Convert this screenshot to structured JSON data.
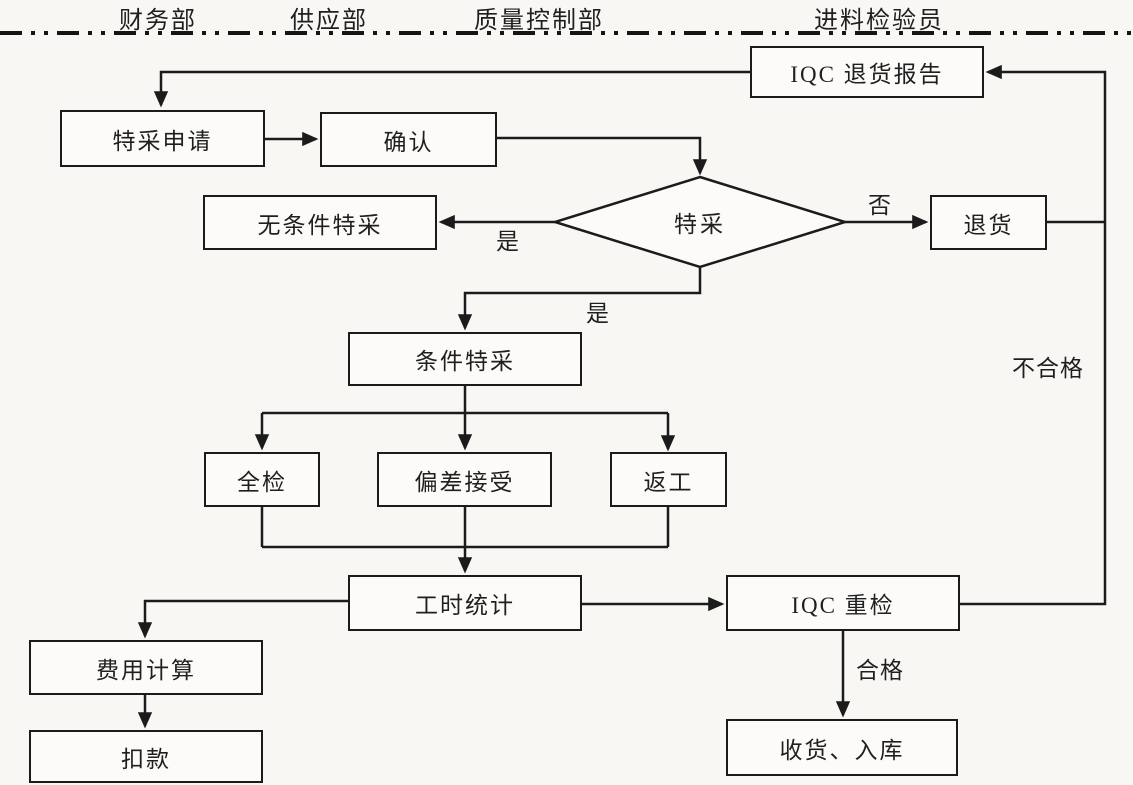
{
  "header": {
    "departments": [
      {
        "label": "财务部"
      },
      {
        "label": "供应部"
      },
      {
        "label": "质量控制部"
      },
      {
        "label": "进料检验员"
      }
    ]
  },
  "nodes": {
    "iqc_return_report": "IQC 退货报告",
    "special_request": "特采申请",
    "confirm": "确认",
    "unconditional_special": "无条件特采",
    "return_goods": "退货",
    "special_decision": "特采",
    "conditional_special": "条件特采",
    "full_inspection": "全检",
    "deviation_accept": "偏差接受",
    "rework": "返工",
    "work_hour_stats": "工时统计",
    "iqc_recheck": "IQC 重检",
    "cost_calculation": "费用计算",
    "deduction": "扣款",
    "receive_warehouse": "收货、入库"
  },
  "edges": [
    {
      "from": "IQC 退货报告",
      "to": "特采申请",
      "label": ""
    },
    {
      "from": "特采申请",
      "to": "确认",
      "label": ""
    },
    {
      "from": "确认",
      "to": "特采",
      "label": ""
    },
    {
      "from": "特采",
      "to": "无条件特采",
      "label": "是"
    },
    {
      "from": "特采",
      "to": "退货",
      "label": "否"
    },
    {
      "from": "特采",
      "to": "条件特采",
      "label": "是"
    },
    {
      "from": "退货",
      "to": "IQC 退货报告",
      "label": ""
    },
    {
      "from": "IQC 重检",
      "to": "IQC 退货报告",
      "label": "不合格"
    },
    {
      "from": "条件特采",
      "to": "全检",
      "label": ""
    },
    {
      "from": "条件特采",
      "to": "偏差接受",
      "label": ""
    },
    {
      "from": "条件特采",
      "to": "返工",
      "label": ""
    },
    {
      "from": "全检",
      "to": "工时统计",
      "label": ""
    },
    {
      "from": "偏差接受",
      "to": "工时统计",
      "label": ""
    },
    {
      "from": "返工",
      "to": "工时统计",
      "label": ""
    },
    {
      "from": "工时统计",
      "to": "IQC 重检",
      "label": ""
    },
    {
      "from": "工时统计",
      "to": "费用计算",
      "label": ""
    },
    {
      "from": "费用计算",
      "to": "扣款",
      "label": ""
    },
    {
      "from": "IQC 重检",
      "to": "收货、入库",
      "label": "合格"
    }
  ],
  "colors": {
    "line": "#1b1b1b",
    "text": "#1f1f1f",
    "background": "#f8f7f4",
    "node_fill": "#fcfbf9"
  }
}
